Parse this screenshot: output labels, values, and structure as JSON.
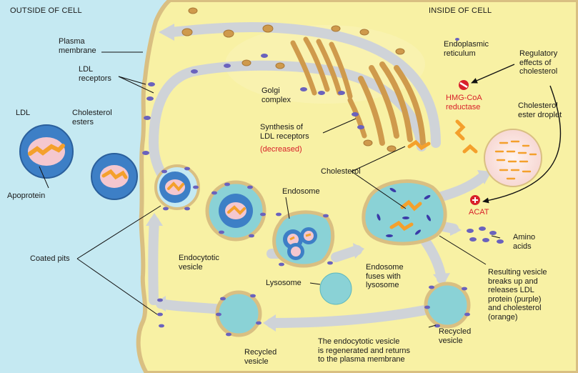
{
  "labels": {
    "outside_cell": "OUTSIDE OF CELL",
    "inside_cell": "INSIDE OF CELL",
    "plasma_membrane": "Plasma\nmembrane",
    "ldl_receptors": "LDL\nreceptors",
    "ldl": "LDL",
    "cholesterol_esters": "Cholesterol\nesters",
    "apoprotein": "Apoprotein",
    "coated_pits": "Coated pits",
    "golgi_complex": "Golgi\ncomplex",
    "synthesis_receptors": "Synthesis of\nLDL receptors",
    "decreased": "(decreased)",
    "endoplasmic_reticulum": "Endoplasmic\nreticulum",
    "regulatory_effects": "Regulatory\neffects of\ncholesterol",
    "hmg_coa": "HMG-CoA\nreductase",
    "cholesterol_ester_droplet": "Cholesterol\nester droplet",
    "cholesterol": "Cholesterol",
    "acat": "ACAT",
    "endosome": "Endosome",
    "amino_acids": "Amino\nacids",
    "endocytotic_vesicle": "Endocytotic\nvesicle",
    "endosome_fuses": "Endosome\nfuses with\nlysosome",
    "lysosome": "Lysosome",
    "resulting_vesicle": "Resulting vesicle\nbreaks up and\nreleases LDL\nprotein (purple)\nand cholesterol\n(orange)",
    "recycled_vesicle_right": "Recycled\nvesicle",
    "recycled_vesicle_bottom": "Recycled\nvesicle",
    "regenerated": "The endocytotic vesicle\nis regenerated and returns\nto the plasma membrane"
  },
  "colors": {
    "extracellular": "#c5e9f2",
    "cytoplasm": "#f8f1a4",
    "membrane": "#d9bf82",
    "pathway_arrow": "#d3d6da",
    "ldl_blue": "#3d7fc6",
    "ldl_core": "#f4c7cf",
    "cholesterol_orange": "#f4a02c",
    "receptor_purple": "#6a62bd",
    "vesicle_teal": "#8ad2d6",
    "golgi_tan": "#cf9a4c",
    "inhibit_red": "#d8202a"
  }
}
